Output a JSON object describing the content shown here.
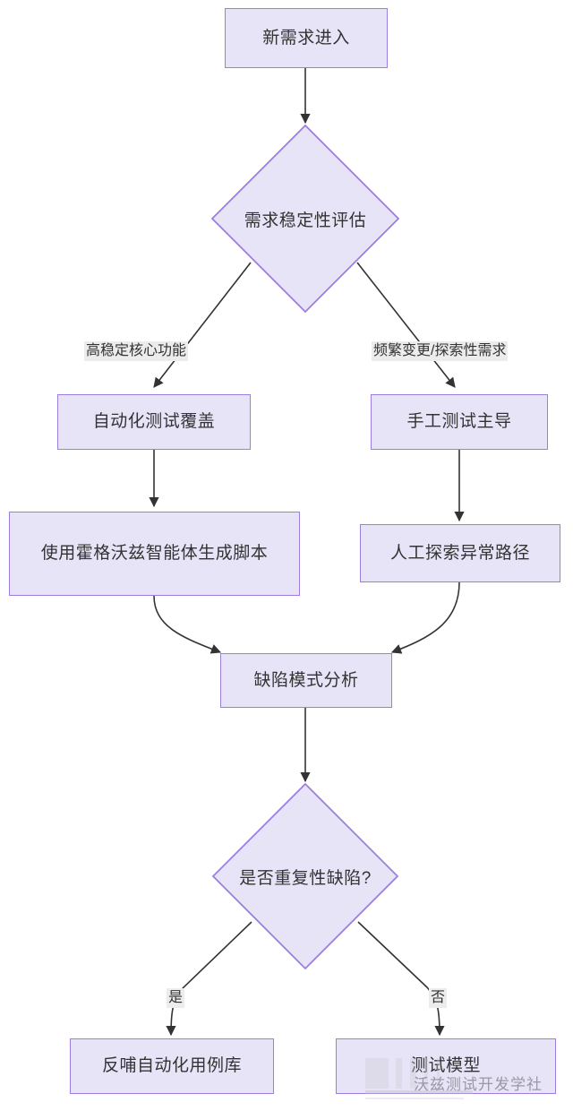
{
  "diagram": {
    "type": "flowchart",
    "orientation": "top-to-bottom",
    "background_color": "#ffffff",
    "node_fill": "#e8e4f8",
    "node_border": "#9d7ee0",
    "text_color": "#333333",
    "edge_color": "#333333",
    "edge_label_bg": "#ececec"
  },
  "nodes": [
    {
      "id": "n1",
      "shape": "rect",
      "label": "新需求进入"
    },
    {
      "id": "n2",
      "shape": "diamond",
      "label": "需求稳定性评估"
    },
    {
      "id": "n3",
      "shape": "rect",
      "label": "自动化测试覆盖"
    },
    {
      "id": "n4",
      "shape": "rect",
      "label": "手工测试主导"
    },
    {
      "id": "n5",
      "shape": "rect",
      "label": "使用霍格沃兹智能体生成脚本"
    },
    {
      "id": "n6",
      "shape": "rect",
      "label": "人工探索异常路径"
    },
    {
      "id": "n7",
      "shape": "rect",
      "label": "缺陷模式分析"
    },
    {
      "id": "n8",
      "shape": "diamond",
      "label": "是否重复性缺陷?"
    },
    {
      "id": "n9",
      "shape": "rect",
      "label": "反哺自动化用例库"
    },
    {
      "id": "n10",
      "shape": "rect",
      "label": "测试模型"
    }
  ],
  "edges": [
    {
      "from": "n1",
      "to": "n2",
      "label": ""
    },
    {
      "from": "n2",
      "to": "n3",
      "label": "高稳定核心功能"
    },
    {
      "from": "n2",
      "to": "n4",
      "label": "频繁变更/探索性需求"
    },
    {
      "from": "n3",
      "to": "n5",
      "label": ""
    },
    {
      "from": "n4",
      "to": "n6",
      "label": ""
    },
    {
      "from": "n5",
      "to": "n7",
      "label": ""
    },
    {
      "from": "n6",
      "to": "n7",
      "label": ""
    },
    {
      "from": "n7",
      "to": "n8",
      "label": ""
    },
    {
      "from": "n8",
      "to": "n9",
      "label": "是"
    },
    {
      "from": "n8",
      "to": "n10",
      "label": "否"
    }
  ],
  "edge_labels": {
    "branch_left": "高稳定核心功能",
    "branch_right": "频繁变更/探索性需求",
    "yes": "是",
    "no": "否"
  },
  "watermark": {
    "text": "沃兹测试开发学社"
  }
}
